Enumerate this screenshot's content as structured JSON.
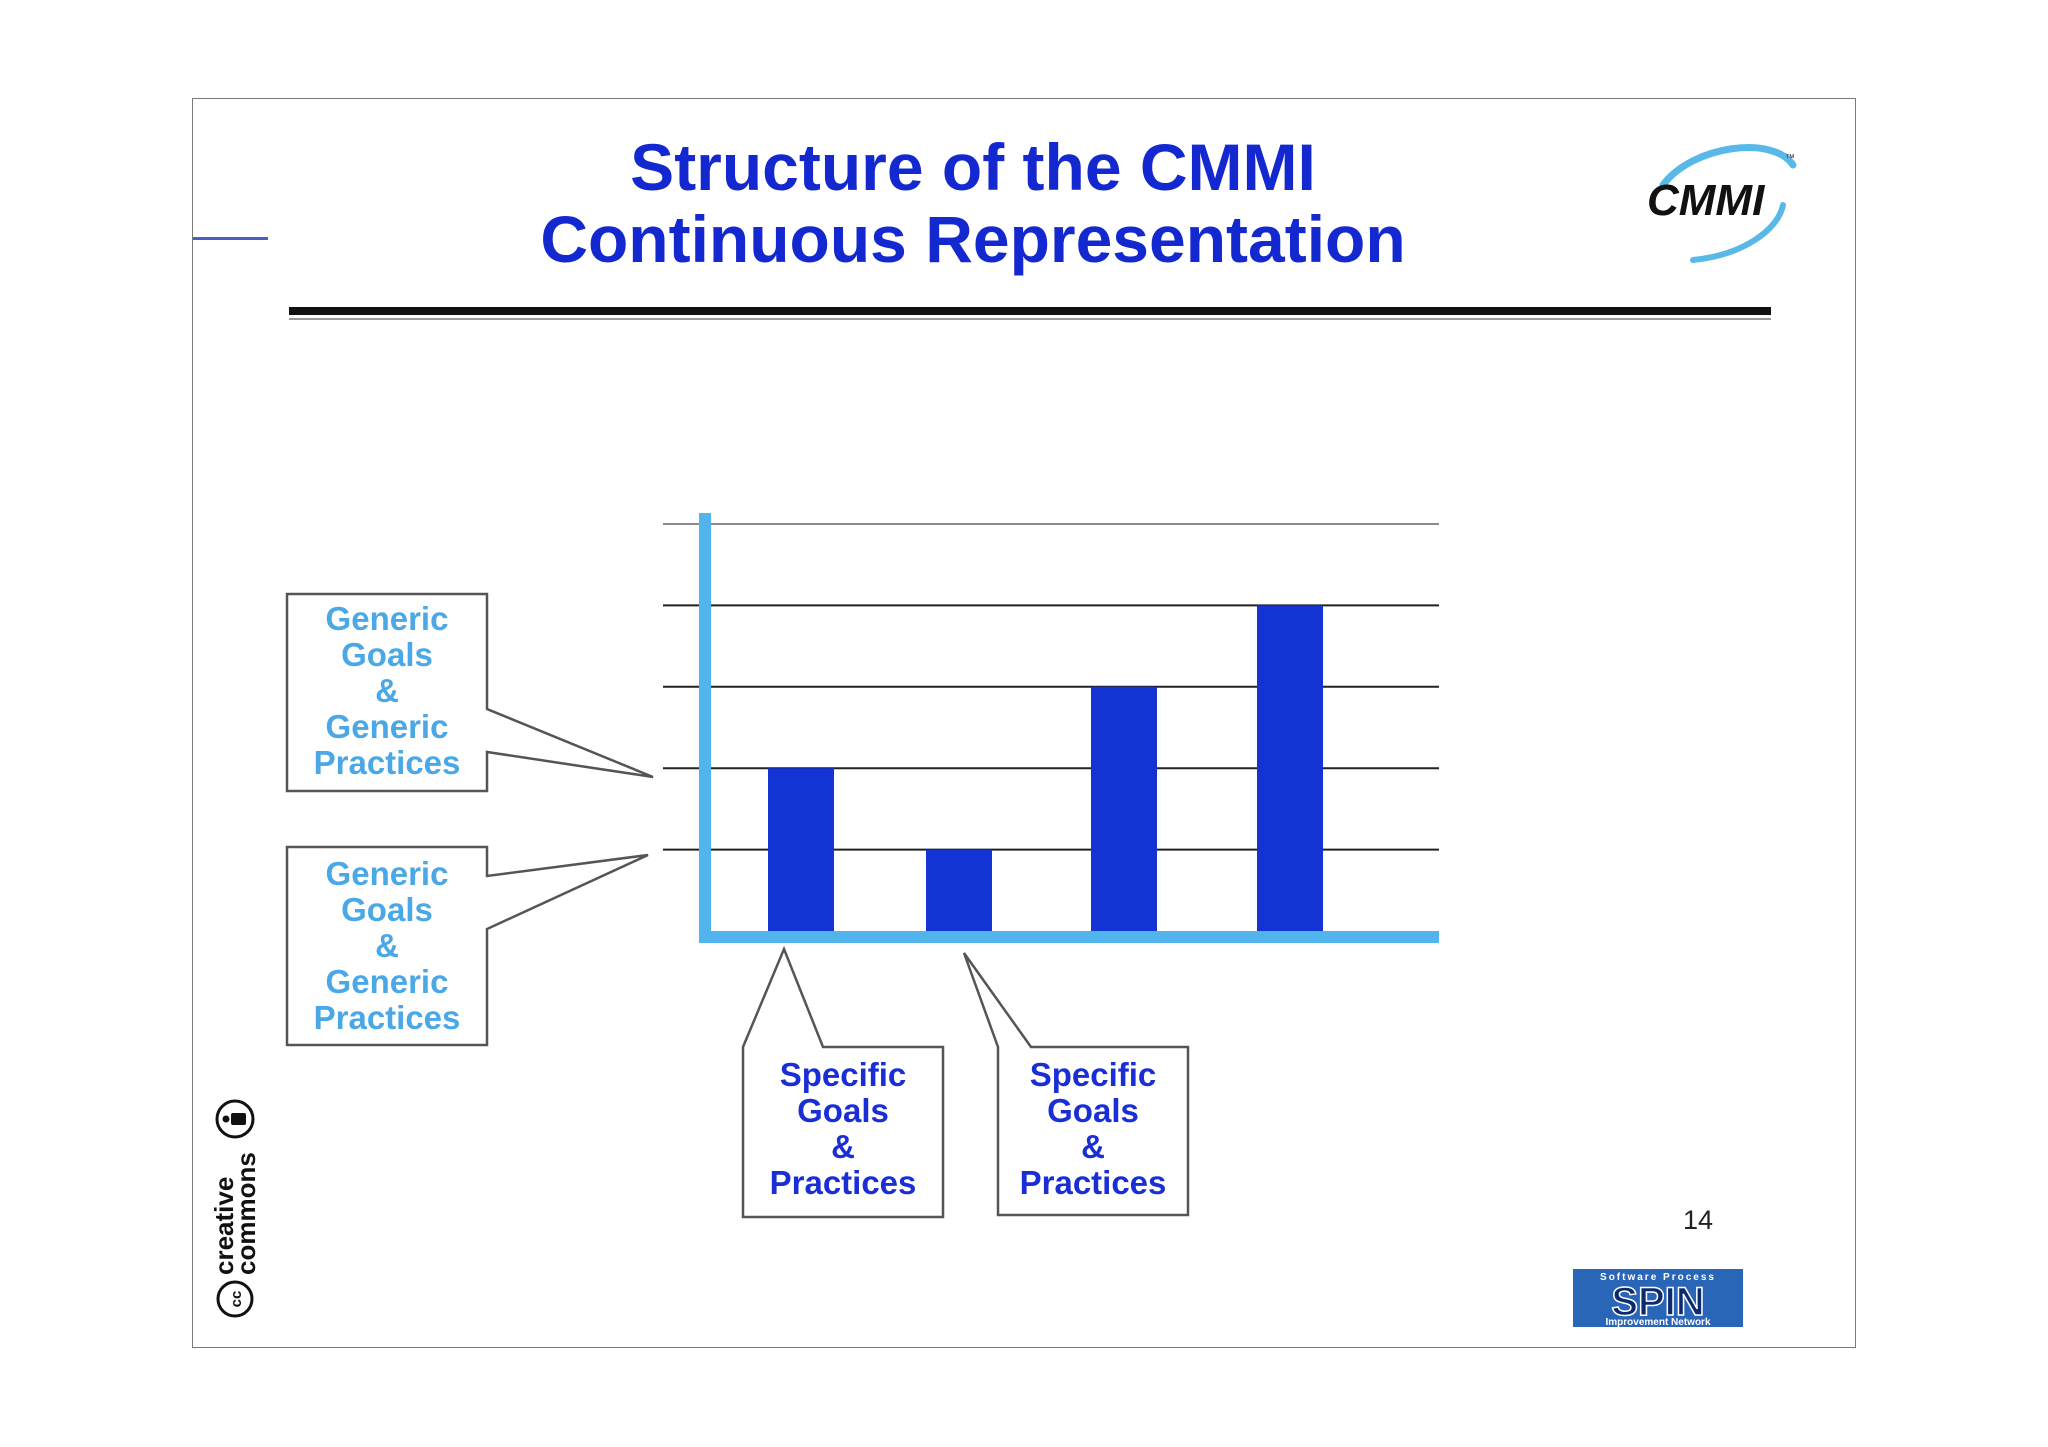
{
  "title": {
    "line1": "Structure of the CMMI",
    "line2": "Continuous Representation"
  },
  "logo": {
    "text": "CMMI",
    "tm": "™"
  },
  "callouts": {
    "upper_generic": {
      "lines": [
        "Generic",
        "Goals",
        "&",
        "Generic",
        "Practices"
      ]
    },
    "lower_generic": {
      "lines": [
        "Generic",
        "Goals",
        "&",
        "Generic",
        "Practices"
      ]
    },
    "specific_left": {
      "lines": [
        "Specific",
        "Goals",
        "&",
        "Practices"
      ]
    },
    "specific_right": {
      "lines": [
        "Specific",
        "Goals",
        "&",
        "Practices"
      ]
    }
  },
  "chart_data": {
    "type": "bar",
    "values": [
      2,
      1,
      3,
      4
    ],
    "ylim": [
      0,
      5
    ],
    "grid": true
  },
  "page_number": "14",
  "footer": {
    "spin_top": "Software Process",
    "spin_mid": "SPIN",
    "spin_bottom": "Improvement Network",
    "cc_line1": "creative",
    "cc_line2": "commons",
    "cc_badge": "cc"
  },
  "colors": {
    "title": "#1428d0",
    "bar": "#1234d4",
    "axis": "#52b4ec",
    "generic_text": "#4aa8e6",
    "specific_text": "#1a2ed6"
  }
}
